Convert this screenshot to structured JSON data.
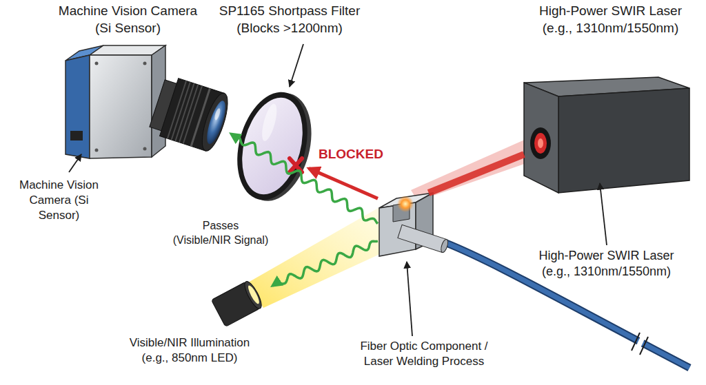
{
  "diagram": {
    "nodes": [
      {
        "text": [
          "Machine Vision Camera (Si Sensor)",
          "Machine Vision Camera (Si Sensor)"
        ]
      },
      {
        "text": [
          "SP1165 Shortpass Filter (Blocks >1200nm)"
        ]
      },
      {
        "text": [
          "High-Power SWIR Laser (e.g., 1310nm/1550nm)",
          "High-Power SWIR Laser (e.g., 1310nm/1550nm)"
        ]
      },
      {
        "text": [
          "Visible/NIR Illumination (e.g., 850nm LED)"
        ]
      },
      {
        "text": [
          "Fiber Optic Component / Laser Welding Process"
        ]
      }
    ],
    "edges": [
      {
        "from": 2,
        "to": 4,
        "arrow": "none"
      },
      {
        "from": 4,
        "to": 1,
        "arrow": "to",
        "label": "BLOCKED"
      },
      {
        "from": 4,
        "to": 0,
        "arrow": "to",
        "label": "Passes (Visible/NIR Signal)"
      },
      {
        "from": 4,
        "to": 3,
        "arrow": "to"
      }
    ]
  }
}
